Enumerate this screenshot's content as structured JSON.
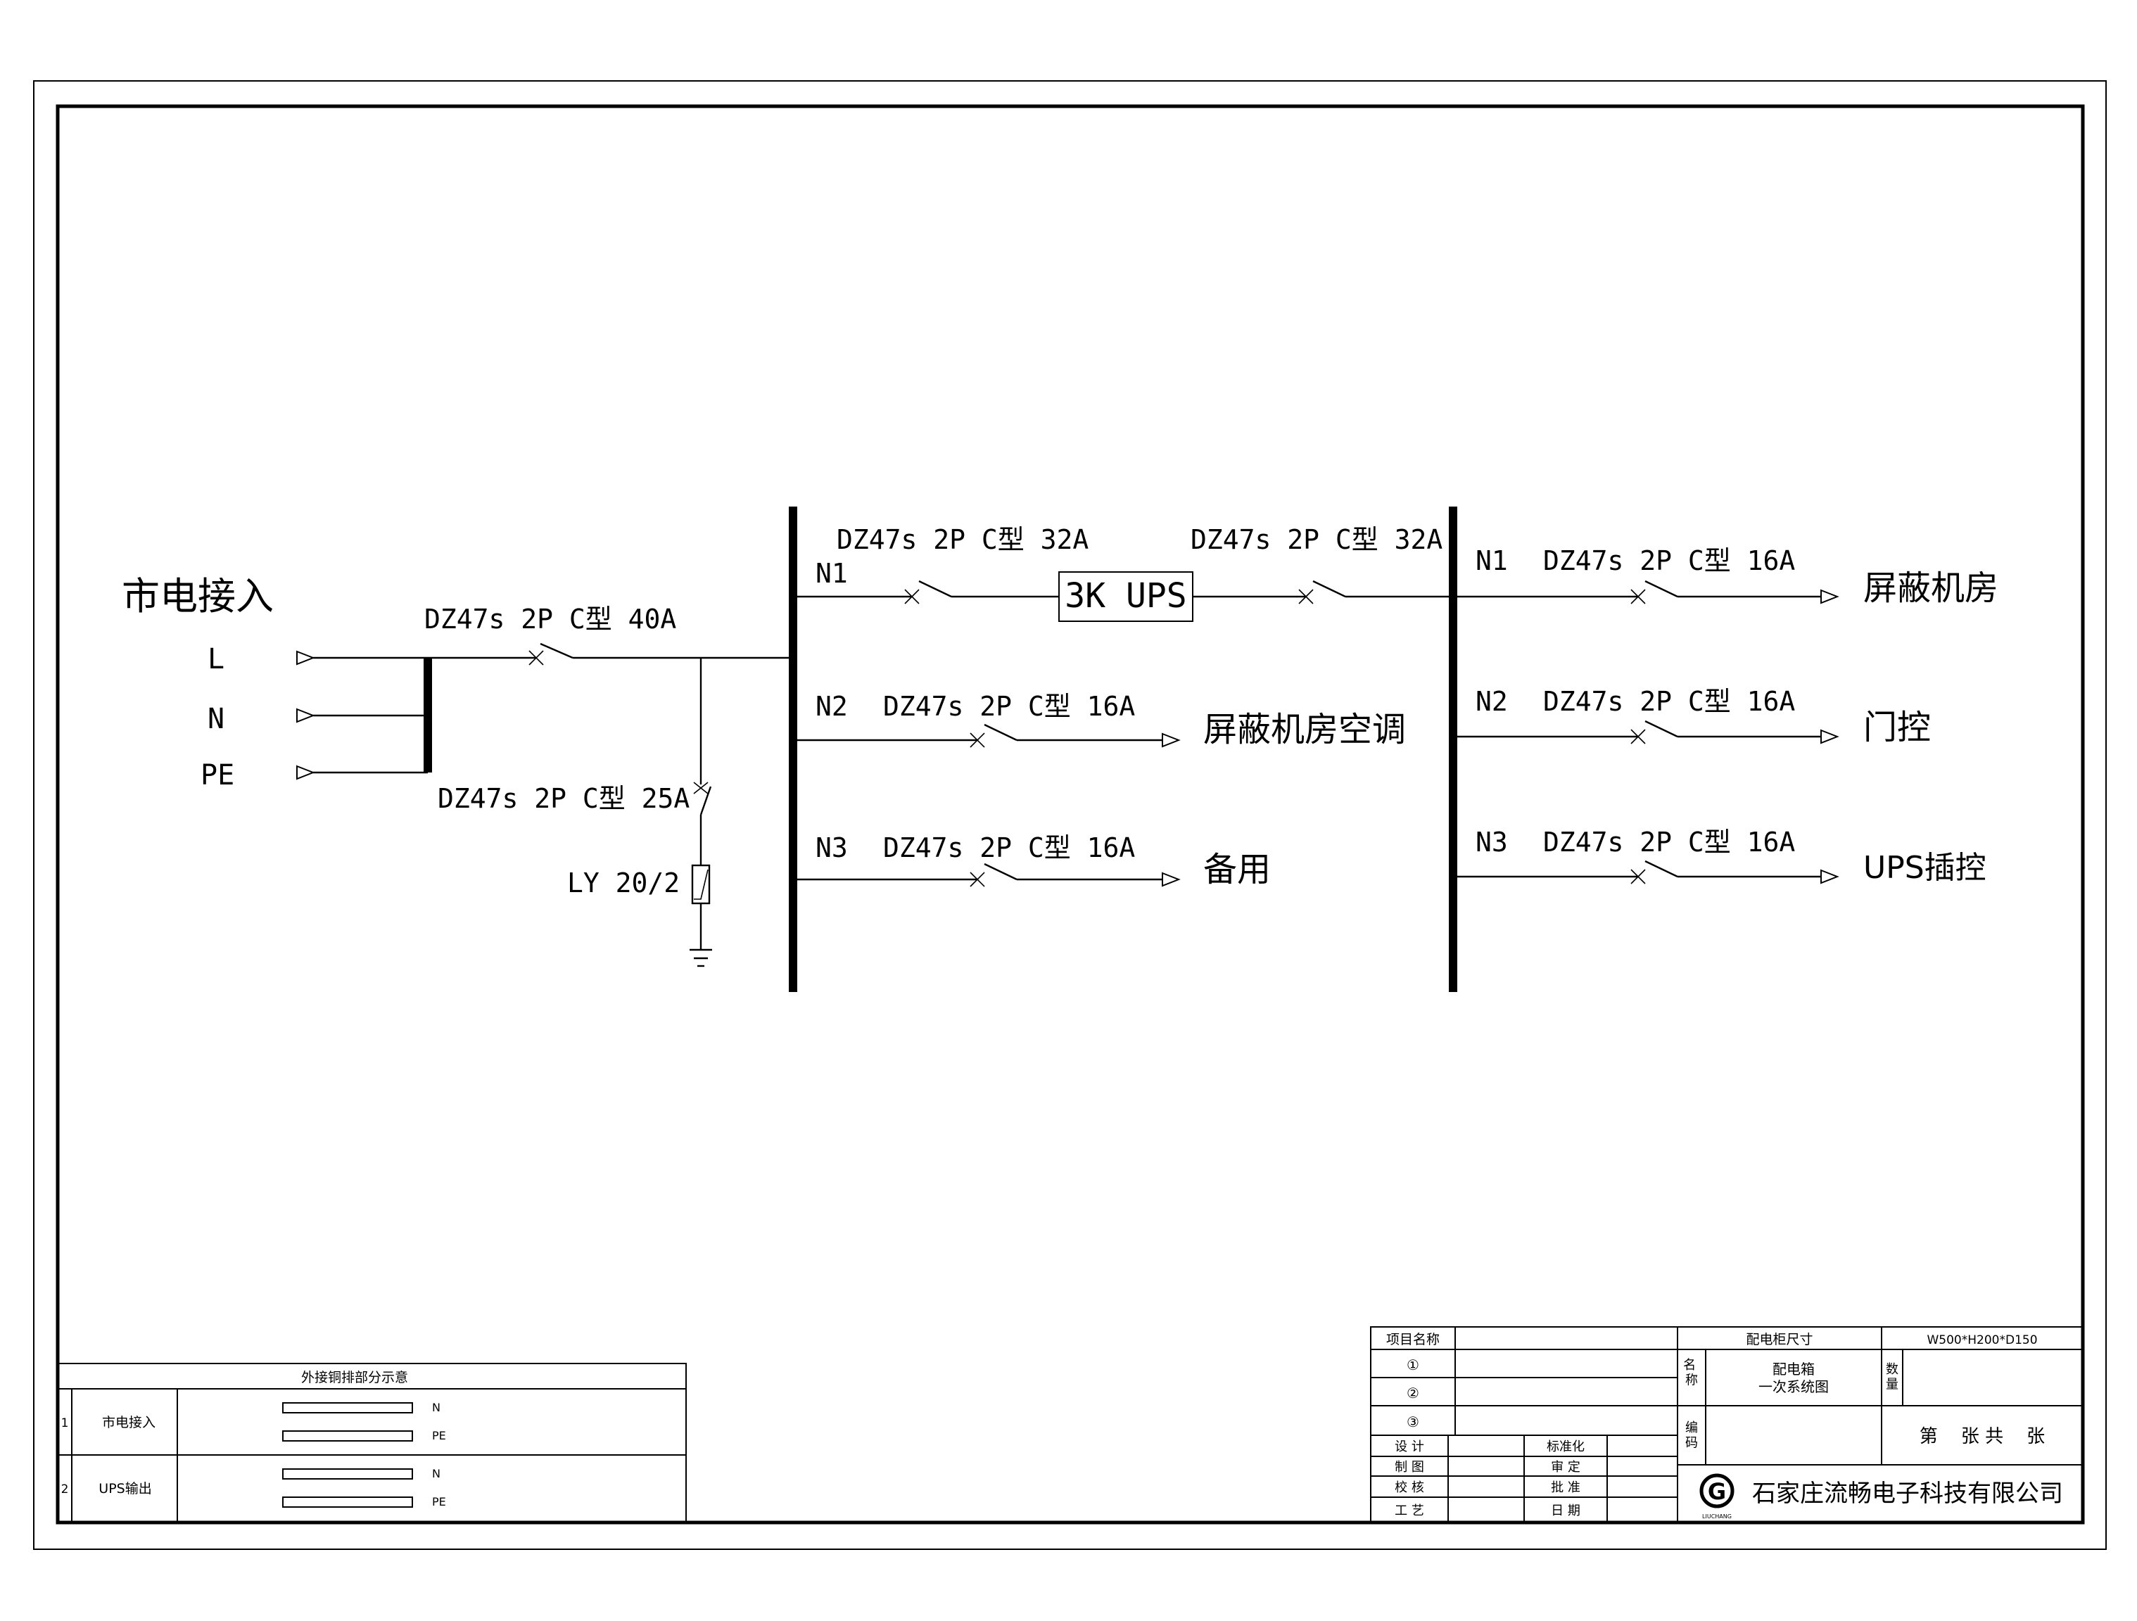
{
  "source": {
    "title": "市电接入",
    "phases": [
      "L",
      "N",
      "PE"
    ],
    "main_breaker": "DZ47s 2P C型 40A",
    "spd_breaker": "DZ47s 2P C型 25A",
    "spd": "LY 20/2"
  },
  "bus1": {
    "ups_in_label": "N1",
    "ups_in_breaker": "DZ47s 2P C型 32A",
    "ups_box": "3K UPS",
    "ups_out_breaker": "DZ47s 2P C型 32A",
    "circuits": [
      {
        "label": "N2",
        "breaker": "DZ47s 2P C型 16A",
        "load": "屏蔽机房空调"
      },
      {
        "label": "N3",
        "breaker": "DZ47s 2P C型 16A",
        "load": "备用"
      }
    ]
  },
  "bus2": {
    "circuits": [
      {
        "label": "N1",
        "breaker": "DZ47s 2P C型 16A",
        "load": "屏蔽机房"
      },
      {
        "label": "N2",
        "breaker": "DZ47s 2P C型 16A",
        "load": "门控"
      },
      {
        "label": "N3",
        "breaker": "DZ47s 2P C型 16A",
        "load": "UPS插控"
      }
    ]
  },
  "copper_table": {
    "title": "外接铜排部分示意",
    "rows": [
      {
        "no": "1",
        "name": "市电接入",
        "bars": [
          "N",
          "PE"
        ]
      },
      {
        "no": "2",
        "name": "UPS输出",
        "bars": [
          "N",
          "PE"
        ]
      }
    ]
  },
  "title_block": {
    "project_name_label": "项目名称",
    "item_marks": [
      "①",
      "②",
      "③"
    ],
    "cabinet_size_label": "配电柜尺寸",
    "cabinet_size": "W500*H200*D150",
    "name_label": "名\n称",
    "drawing_name_1": "配电箱",
    "drawing_name_2": "一次系统图",
    "quantity_label": "数\n量",
    "code_label": "编\n码",
    "sheet_text": "第    张 共    张",
    "roles_left": [
      "设    计",
      "制    图",
      "校    核",
      "工    艺"
    ],
    "roles_right": [
      "标准化",
      "审    定",
      "批    准",
      "日    期"
    ],
    "company": "石家庄流畅电子科技有限公司",
    "logo_text": "LIUCHANG",
    "logo_letter": "G"
  }
}
